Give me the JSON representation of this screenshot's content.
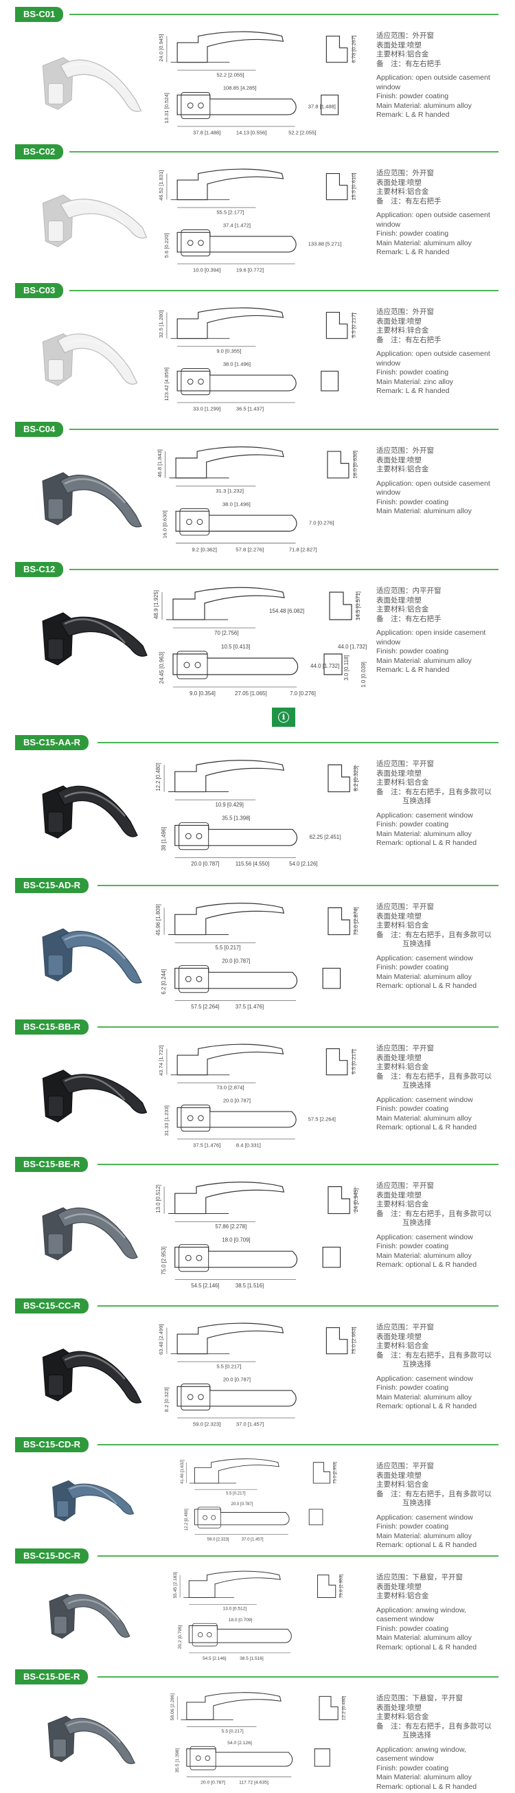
{
  "colors": {
    "accent": "#2e9a3c",
    "rule": "#4cb453",
    "line": "#333333"
  },
  "badge_icon": "info-circle-icon",
  "products": [
    {
      "code": "BS-C01",
      "finish": "white",
      "dims": [
        "24.0 [0.945]",
        "52.2 [2.055]",
        "6.78 [0.267]",
        "13.31 [0.524]",
        "108.85 [4.285]",
        "14.13 [0.556]",
        "37.8 [1.488]",
        "37.8 [1.488]",
        "52.2 [2.055]"
      ],
      "spec": [
        "适应范围：外开窗",
        "表面处理:喷塑",
        "主要材料:铝合金",
        "备　注：有左右把手"
      ],
      "spec_en": [
        "Application: open outside casement",
        "window",
        "Finish: powder coating",
        "Main Material: aluminum alloy",
        "Remark: L &  R handed"
      ]
    },
    {
      "code": "BS-C02",
      "finish": "white",
      "dims": [
        "46.52 [1.831]",
        "55.5 [2.177]",
        "15.5 [0.610]",
        "5.6 [0.220]",
        "37.4 [1.472]",
        "19.6 [0.772]",
        "10.0 [0.394]",
        "133.88 [5.271]"
      ],
      "spec": [
        "适应范围：外开窗",
        "表面处理:喷塑",
        "主要材料:铝合金",
        "备　注：有左右把手"
      ],
      "spec_en": [
        "Application: open outside casement",
        "window",
        "Finish: powder coating",
        "Main Material: aluminum alloy",
        "Remark: L &  R handed"
      ]
    },
    {
      "code": "BS-C03",
      "finish": "white",
      "dims": [
        "32.5 [1.280]",
        "9.0 [0.355]",
        "5.5 [0.217]",
        "123.42 [4.859]",
        "38.0 [1.496]",
        "36.5 [1.437]",
        "33.0 [1.299]"
      ],
      "spec": [
        "适应范围：外开窗",
        "表面处理:喷塑",
        "主要材料:锌合金",
        "备　注：有左右把手"
      ],
      "spec_en": [
        "Application: open outside casement",
        "window",
        "Finish: powder coating",
        "Main Material: zinc alloy",
        "Remark: L &  R handed"
      ]
    },
    {
      "code": "BS-C04",
      "finish": "grey",
      "dims": [
        "46.8 [1.843]",
        "31.3 [1.232]",
        "16.0 [0.630]",
        "16.0 [0.630]",
        "38.0 [1.496]",
        "57.8 [2.276]",
        "9.2 [0.362]",
        "7.0 [0.276]",
        "71.8 [2.827]"
      ],
      "spec": [
        "适应范围：外开窗",
        "表面处理:喷塑",
        "主要材料:铝合金"
      ],
      "spec_en": [
        "Application: open outside casement",
        "window",
        "Finish: powder coating",
        "Main Material: aluminum alloy"
      ]
    },
    {
      "code": "BS-C12",
      "finish": "black",
      "dims": [
        "48.9 [1.925]",
        "70 [2.756]",
        "14.5 [0.571]",
        "24.45 [0.963]",
        "10.5 [0.413]",
        "27.05 [1.065]",
        "9.0 [0.354]",
        "44.0 [1.732]",
        "7.0 [0.276]",
        "44.0 [1.732]",
        "154.48 [6.082]",
        "3.0 [0.118]",
        "1.0 [0.039]"
      ],
      "spec": [
        "适应范围：内平开窗",
        "表面处理:喷塑",
        "主要材料:铝合金",
        "备　注：有左右把手"
      ],
      "spec_en": [
        "Application: open inside casement",
        "window",
        "Finish: powder coating",
        "Main Material: aluminum alloy",
        "Remark: L &  R handed"
      ]
    },
    {
      "code": "BS-C15-AA-R",
      "finish": "black",
      "dims": [
        "12.2 [0.480]",
        "10.9 [0.429]",
        "8.2 [0.323]",
        "38 [1.496]",
        "35.5 [1.398]",
        "115.56 [4.550]",
        "20.0 [0.787]",
        "62.25 [2.451]",
        "54.0 [2.126]"
      ],
      "spec": [
        "适应范围：平开窗",
        "表面处理:喷塑",
        "主要材料:铝合金",
        "备　注：有左右把手，且有多款可以",
        "互换选择"
      ],
      "spec_en": [
        "Application: casement window",
        "Finish: powder coating",
        "Main Material: aluminum alloy",
        "Remark: optional L & R handed"
      ]
    },
    {
      "code": "BS-C15-AD-R",
      "finish": "blue",
      "dims": [
        "45.96 [1.809]",
        "5.5 [0.217]",
        "73.0 [2.874]",
        "6.2 [0.244]",
        "20.0 [0.787]",
        "37.5 [1.476]",
        "57.5 [2.264]"
      ],
      "spec": [
        "适应范围：平开窗",
        "表面处理:喷塑",
        "主要材料:铝合金",
        "备　注：有左右把手，且有多款可以",
        "互换选择"
      ],
      "spec_en": [
        "Application: casement window",
        "Finish: powder coating",
        "Main Material: aluminum alloy",
        "Remark: optional L & R handed"
      ]
    },
    {
      "code": "BS-C15-BB-R",
      "finish": "black",
      "dims": [
        "43.74 [1.722]",
        "73.0 [2.874]",
        "5.5 [0.217]",
        "31.33 [1.233]",
        "20.0 [0.787]",
        "8.4 [0.331]",
        "37.5 [1.476]",
        "57.5 [2.264]"
      ],
      "spec": [
        "适应范围：平开窗",
        "表面处理:喷塑",
        "主要材料:铝合金",
        "备　注：有左右把手，且有多款可以",
        "互换选择"
      ],
      "spec_en": [
        "Application: casement window",
        "Finish: powder coating",
        "Main Material: aluminum alloy",
        "Remark: optional L & R handed"
      ]
    },
    {
      "code": "BS-C15-BE-R",
      "finish": "grey",
      "dims": [
        "13.0 [0.512]",
        "57.86 [2.278]",
        "24 [0.945]",
        "75.0 [2.953]",
        "18.0 [0.709]",
        "38.5 [1.516]",
        "54.5 [2.146]"
      ],
      "spec": [
        "适应范围：平开窗",
        "表面处理:喷塑",
        "主要材料:铝合金",
        "备　注：有左右把手，且有多款可以",
        "互换选择"
      ],
      "spec_en": [
        "Application: casement window",
        "Finish: powder coating",
        "Main Material: aluminum alloy",
        "Remark: optional L & R handed"
      ]
    },
    {
      "code": "BS-C15-CC-R",
      "finish": "black",
      "dims": [
        "63.48 [2.499]",
        "5.5 [0.217]",
        "75.0 [2.953]",
        "8.2 [0.323]",
        "20.0 [0.787]",
        "37.0 [1.457]",
        "59.0 [2.323]"
      ],
      "spec": [
        "适应范围：平开窗",
        "表面处理:喷塑",
        "主要材料:铝合金",
        "备　注：有左右把手，且有多款可以",
        "互换选择"
      ],
      "spec_en": [
        "Application: casement window",
        "Finish: powder coating",
        "Main Material: aluminum alloy",
        "Remark: optional L & R handed"
      ]
    },
    {
      "code": "BS-C15-CD-R",
      "finish": "blue",
      "dims": [
        "41.46 [1.632]",
        "5.5 [0.217]",
        "75.0 [2.953]",
        "12.2 [0.480]",
        "20.0 [0.787]",
        "37.0 [1.457]",
        "59.0 [2.323]"
      ],
      "spec": [
        "适应范围：平开窗",
        "表面处理:喷塑",
        "主要材料:铝合金",
        "备　注：有左右把手，且有多款可以",
        "互换选择"
      ],
      "spec_en": [
        "Application: casement window",
        "Finish: powder coating",
        "Main Material: aluminum alloy",
        "Remark: optional L & R handed"
      ]
    },
    {
      "code": "BS-C15-DC-R",
      "finish": "grey",
      "dims": [
        "55.45 [2.183]",
        "13.0 [0.512]",
        "75.0 [2.953]",
        "20.2 [0.795]",
        "18.0 [0.709]",
        "38.5 [1.516]",
        "54.5 [2.146]"
      ],
      "spec": [
        "适应范围：下悬窗，平开窗",
        "表面处理:喷塑",
        "主要材料:铝合金"
      ],
      "spec_en": [
        "Application: anwing window,",
        "casement window",
        "Finish: powder coating",
        "Main Material: aluminum alloy",
        "Remark: optional L & R handed"
      ]
    },
    {
      "code": "BS-C15-DE-R",
      "finish": "grey",
      "dims": [
        "58.06 [2.286]",
        "5.5 [0.217]",
        "12.2 [0.480]",
        "35.5 [1.398]",
        "54.0 [2.126]",
        "117.72 [4.635]",
        "20.0 [0.787]"
      ],
      "spec": [
        "适应范围：下悬窗，平开窗",
        "表面处理:喷塑",
        "主要材料:铝合金",
        "备　注：有左右把手，且有多款可以",
        "互换选择"
      ],
      "spec_en": [
        "Application: anwing window,",
        "casement window",
        "Finish: powder coating",
        "Main Material: aluminum alloy",
        "Remark: optional L & R handed"
      ]
    }
  ]
}
